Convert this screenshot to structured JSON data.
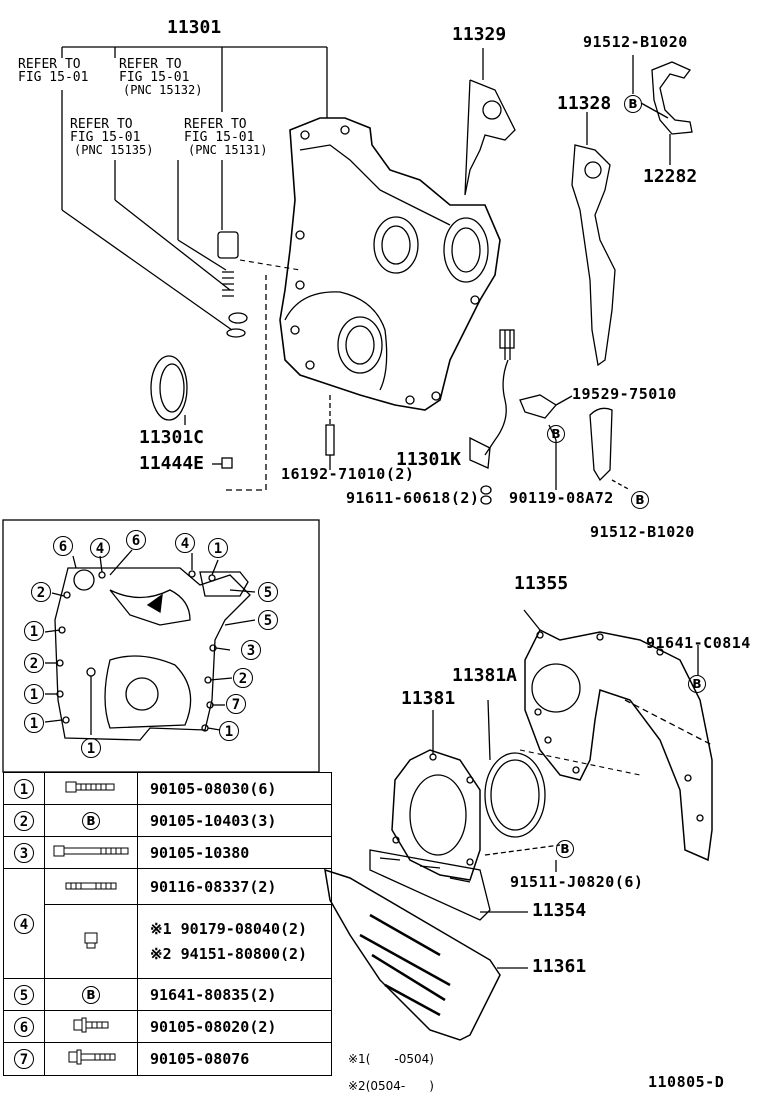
{
  "labels": {
    "p11301": "11301",
    "p11329": "11329",
    "p91512_top": "91512-B1020",
    "p11328": "11328",
    "p12282": "12282",
    "ref1_a": "REFER TO",
    "ref1_b": "FIG 15-01",
    "ref2_a": "REFER TO",
    "ref2_b": "FIG 15-01",
    "ref2_c": "(PNC 15132)",
    "ref3_a": "REFER TO",
    "ref3_b": "FIG 15-01",
    "ref3_c": "(PNC 15135)",
    "ref4_a": "REFER TO",
    "ref4_b": "FIG 15-01",
    "ref4_c": "(PNC 15131)",
    "p11301C": "11301C",
    "p11444E": "11444E",
    "p16192": "16192-71010(2)",
    "p11301K": "11301K",
    "p91611": "91611-60618(2)",
    "p90119": "90119-08A72",
    "p19529": "19529-75010",
    "p91512_mid": "91512-B1020",
    "p11355": "11355",
    "p91641_top": "91641-C0814",
    "p11381A": "11381A",
    "p11381": "11381",
    "p91511": "91511-J0820(6)",
    "p11354": "11354",
    "p11361": "11361",
    "diagram_id": "110805-D",
    "b_mark": "B"
  },
  "inset_numbers": {
    "n1": "1",
    "n2": "2",
    "n3": "3",
    "n4": "4",
    "n5": "5",
    "n6": "6",
    "n7": "7"
  },
  "legend": [
    {
      "num": "1",
      "icon": "bolt-icon",
      "part": "90105-08030(6)"
    },
    {
      "num": "2",
      "icon": "b-circle-icon",
      "part": "90105-10403(3)"
    },
    {
      "num": "3",
      "icon": "long-bolt-icon",
      "part": "90105-10380"
    },
    {
      "num": "4",
      "icon": "stud-icon",
      "part": "90116-08337(2)"
    },
    {
      "num": "",
      "icon": "nut-icon",
      "part": "※1 90179-08040(2)",
      "part2": "※2 94151-80800(2)"
    },
    {
      "num": "5",
      "icon": "b-circle-icon",
      "part": "91641-80835(2)"
    },
    {
      "num": "6",
      "icon": "flange-bolt-icon",
      "part": "90105-08020(2)"
    },
    {
      "num": "7",
      "icon": "bolt-icon",
      "part": "90105-08076"
    }
  ],
  "notes": {
    "n1": "※1(　　-0504)",
    "n2": "※2(0504-　　)"
  }
}
